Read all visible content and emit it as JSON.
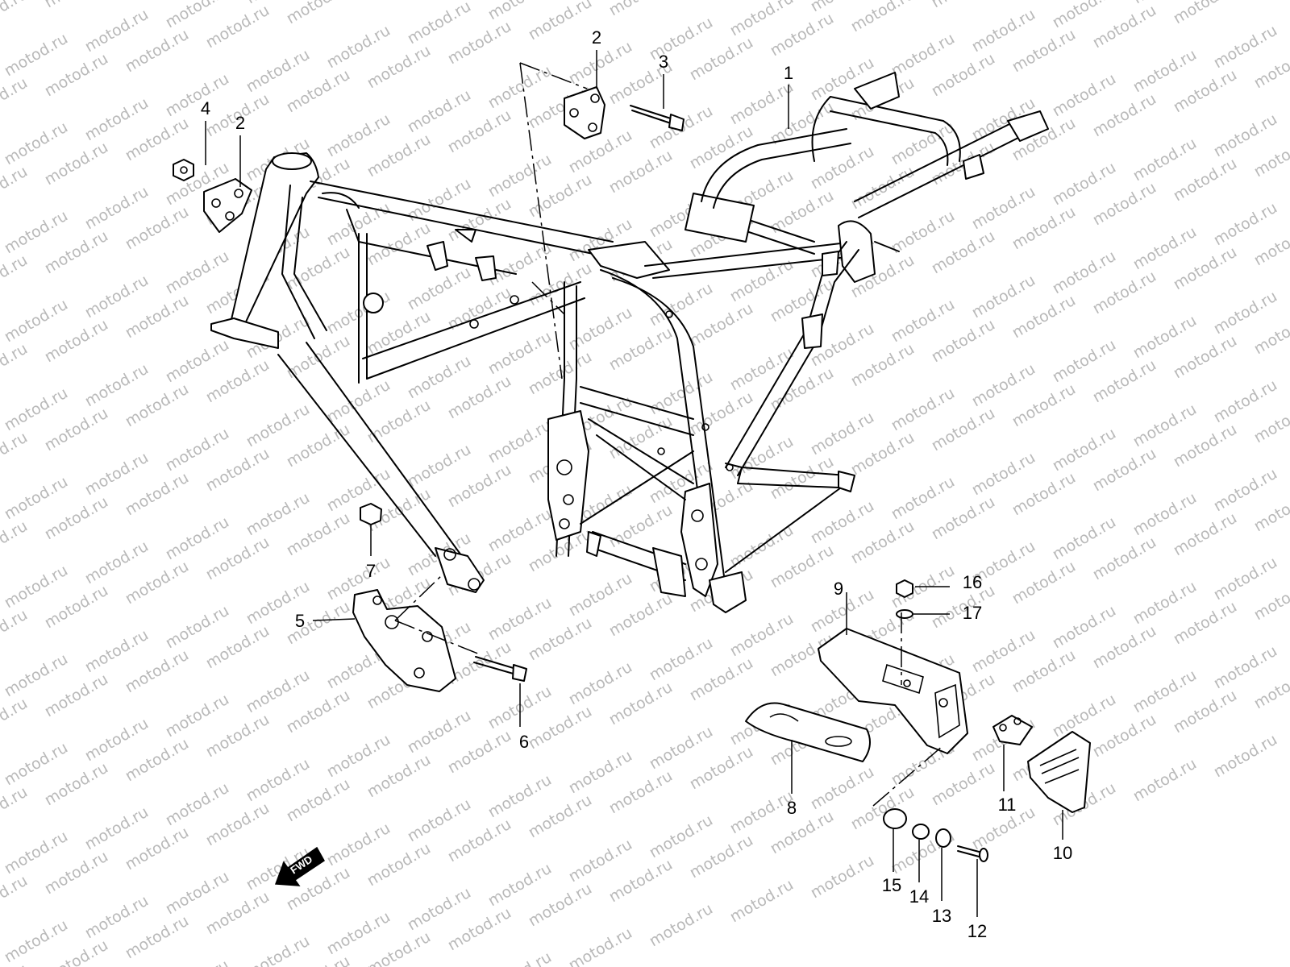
{
  "watermark": {
    "text": "motod.ru"
  },
  "callouts": [
    {
      "id": "1",
      "part": "frame"
    },
    {
      "id": "2",
      "part": "engine-mount-plate-upper"
    },
    {
      "id": "2",
      "part": "engine-mount-plate-front"
    },
    {
      "id": "3",
      "part": "mount-bolt-upper"
    },
    {
      "id": "4",
      "part": "nut-front"
    },
    {
      "id": "5",
      "part": "engine-mount-bracket-lower"
    },
    {
      "id": "6",
      "part": "mount-bolt-lower"
    },
    {
      "id": "7",
      "part": "nut-lower"
    },
    {
      "id": "8",
      "part": "battery-holder-pad"
    },
    {
      "id": "9",
      "part": "battery-holder"
    },
    {
      "id": "10",
      "part": "battery-cover"
    },
    {
      "id": "11",
      "part": "cover-bracket"
    },
    {
      "id": "12",
      "part": "screw"
    },
    {
      "id": "13",
      "part": "washer"
    },
    {
      "id": "14",
      "part": "spacer"
    },
    {
      "id": "15",
      "part": "cushion"
    },
    {
      "id": "16",
      "part": "nut-holder"
    },
    {
      "id": "17",
      "part": "washer-holder"
    }
  ],
  "direction_indicator": {
    "label": "FWD"
  },
  "colors": {
    "line": "#000000",
    "watermark": "#b9b9b9",
    "background": "#ffffff"
  }
}
